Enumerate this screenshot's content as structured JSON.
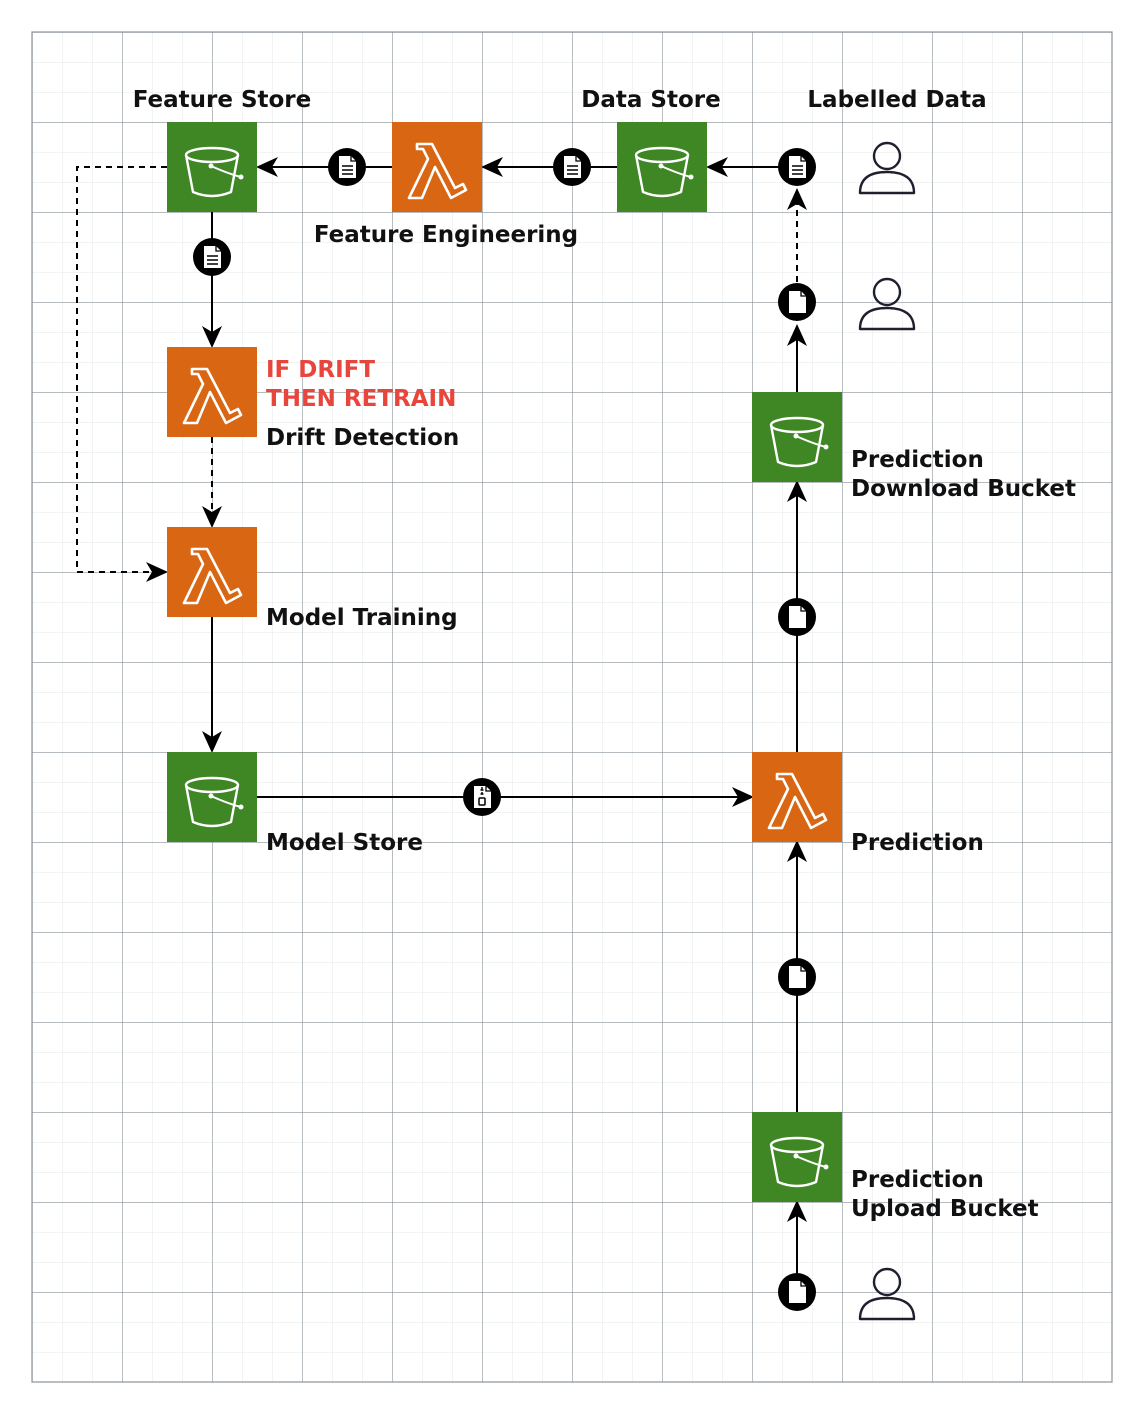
{
  "labels": {
    "feature_store": "Feature Store",
    "data_store": "Data Store",
    "labelled_data": "Labelled Data",
    "feature_engineering": "Feature Engineering",
    "drift_note_line1": "IF DRIFT",
    "drift_note_line2": "THEN RETRAIN",
    "drift_detection": "Drift Detection",
    "model_training": "Model Training",
    "model_store": "Model Store",
    "prediction": "Prediction",
    "prediction_download_line1": "Prediction",
    "prediction_download_line2": "Download Bucket",
    "prediction_upload_line1": "Prediction",
    "prediction_upload_line2": "Upload Bucket"
  },
  "colors": {
    "bucket_green": "#3f8624",
    "lambda_orange": "#d86613",
    "note_red": "#e8453c",
    "grid_major": "#8a9299",
    "grid_minor": "#e6e8ea"
  },
  "icons": {
    "bucket": "s3-bucket-icon",
    "lambda": "lambda-icon",
    "user": "user-icon",
    "document": "document-icon",
    "text_document": "text-document-icon",
    "archive": "zip-archive-icon"
  }
}
